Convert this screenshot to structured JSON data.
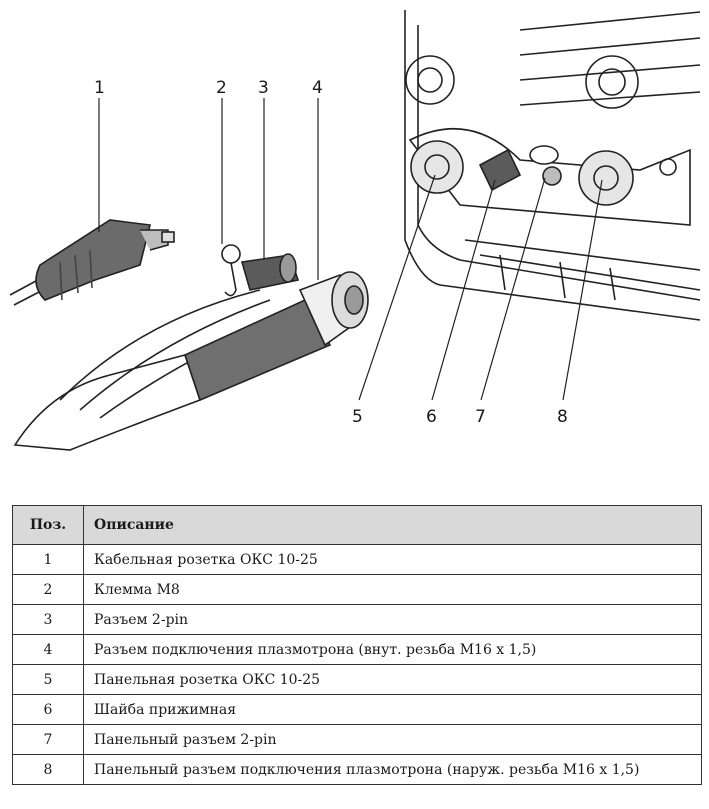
{
  "figure": {
    "callouts": [
      "1",
      "2",
      "3",
      "4",
      "5",
      "6",
      "7",
      "8"
    ]
  },
  "table": {
    "headers": {
      "pos": "Поз.",
      "desc": "Описание"
    },
    "rows": [
      {
        "pos": "1",
        "desc": "Кабельная розетка ОКС 10-25"
      },
      {
        "pos": "2",
        "desc": "Клемма М8"
      },
      {
        "pos": "3",
        "desc": "Разъем 2-pin"
      },
      {
        "pos": "4",
        "desc": "Разъем подключения плазмотрона (внут. резьба М16 х 1,5)"
      },
      {
        "pos": "5",
        "desc": "Панельная розетка ОКС 10-25"
      },
      {
        "pos": "6",
        "desc": "Шайба прижимная"
      },
      {
        "pos": "7",
        "desc": "Панельный разъем 2-pin"
      },
      {
        "pos": "8",
        "desc": "Панельный разъем подключения плазмотрона (наруж. резьба М16 х 1,5)"
      }
    ]
  }
}
